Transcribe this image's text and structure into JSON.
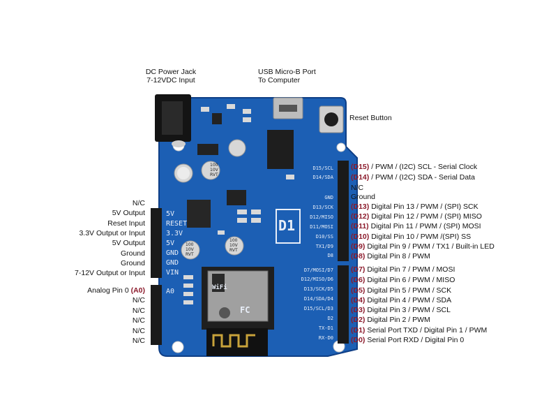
{
  "top_labels": {
    "dc_jack": [
      "DC Power Jack",
      "7-12VDC Input"
    ],
    "usb": [
      "USB Micro-B Port",
      "To Computer"
    ],
    "reset": "Reset Button"
  },
  "board_silk": {
    "header_left": [
      "5V",
      "RESET",
      "3.3V",
      "5V",
      "GND",
      "GND",
      "VIN"
    ],
    "a0": "A0",
    "header_right": [
      "D15/SCL",
      "D14/SDA",
      "GND",
      "D13/SCK",
      "D12/MISO",
      "D11/MOSI",
      "D10/SS",
      "TX1/D9",
      "D8",
      "D7/MOSI/D7",
      "D12/MISO/D6",
      "D13/SCK/D5",
      "D14/SDA/D4",
      "D15/SCL/D3",
      "D2",
      "TX-D1",
      "RX-D0"
    ],
    "d1_logo": "D1",
    "cap_text": [
      "100",
      "10V",
      "RVT"
    ],
    "wifi_text": "WiFi",
    "fc_text": "FC"
  },
  "left_labels": [
    {
      "text": "N/C"
    },
    {
      "text": "5V Output"
    },
    {
      "text": "Reset Input"
    },
    {
      "text": "3.3V Output or Input"
    },
    {
      "text": "5V Output"
    },
    {
      "text": "Ground"
    },
    {
      "text": "Ground"
    },
    {
      "text": "7-12V Output or Input"
    }
  ],
  "analog_label": {
    "text": "Analog Pin 0",
    "pin": "(A0)"
  },
  "left_nc": [
    "N/C",
    "N/C",
    "N/C",
    "N/C",
    "N/C"
  ],
  "right_labels": [
    {
      "pin": "(D15)",
      "text": "/ PWM / (I2C) SCL - Serial Clock"
    },
    {
      "pin": "(D14)",
      "text": "/ PWM / (I2C) SDA - Serial Data"
    },
    {
      "pin": "",
      "text": "N/C"
    },
    {
      "pin": "",
      "text": "Ground"
    },
    {
      "pin": "(D13)",
      "text": "Digital Pin 13 / PWM / (SPI) SCK"
    },
    {
      "pin": "(D12)",
      "text": "Digital Pin 12 / PWM / (SPI) MISO"
    },
    {
      "pin": "(D11)",
      "text": "Digital Pin 11 / PWM / (SPI) MOSI"
    },
    {
      "pin": "(D10)",
      "text": "Digital Pin 10 / PWM /(SPI) SS"
    },
    {
      "pin": "(D9)",
      "text": "Digital Pin 9 / PWM / TX1 / Built-in LED"
    },
    {
      "pin": "(D8)",
      "text": "Digital Pin 8 / PWM"
    },
    {
      "pin": "(D7)",
      "text": "Digital Pin 7 / PWM / MOSI"
    },
    {
      "pin": "(D6)",
      "text": "Digital Pin 6 / PWM / MISO"
    },
    {
      "pin": "(D5)",
      "text": "Digital Pin 5 / PWM / SCK"
    },
    {
      "pin": "(D4)",
      "text": "Digital Pin 4 / PWM / SDA"
    },
    {
      "pin": "(D3)",
      "text": "Digital Pin 3 / PWM / SCL"
    },
    {
      "pin": "(D2)",
      "text": "Digital Pin 2 / PWM"
    },
    {
      "pin": "(D1)",
      "text": "Serial Port TXD / Digital Pin 1 / PWM"
    },
    {
      "pin": "(D0)",
      "text": "Serial Port RXD / Digital Pin 0"
    }
  ],
  "colors": {
    "board": "#1c5fb4",
    "board_dark": "#0f3f86",
    "pin_highlight": "#8b1a2b",
    "header_black": "#1a1a1a"
  }
}
